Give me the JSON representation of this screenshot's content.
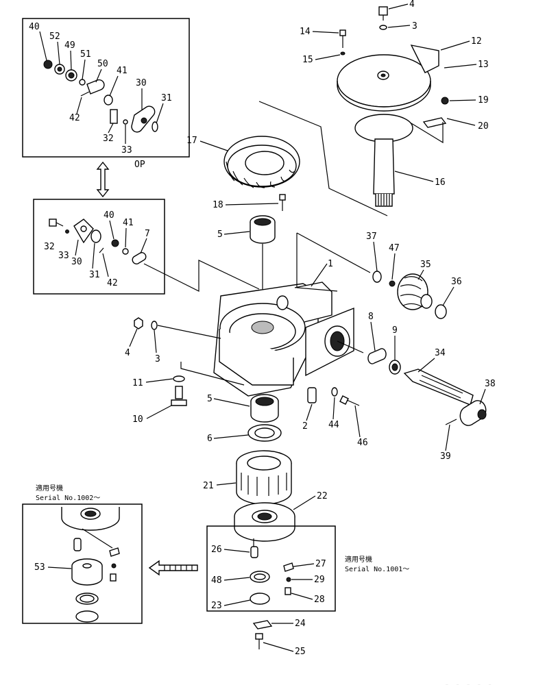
{
  "callouts": [
    "1",
    "2",
    "3",
    "4",
    "5",
    "6",
    "7",
    "8",
    "9",
    "10",
    "11",
    "12",
    "13",
    "14",
    "15",
    "16",
    "17",
    "18",
    "19",
    "20",
    "21",
    "22",
    "23",
    "24",
    "25",
    "26",
    "27",
    "28",
    "29",
    "31",
    "33",
    "34",
    "35",
    "36",
    "37",
    "38",
    "39",
    "40",
    "41",
    "42",
    "44",
    "46",
    "47",
    "48",
    "49",
    "50",
    "51",
    "52",
    "53",
    "30",
    "32"
  ],
  "labels": {
    "op": "OP",
    "serial_1002_jp": "適用号機",
    "serial_1002": "Serial No.1002～",
    "serial_1001_jp": "適用号機",
    "serial_1001": "Serial No.1001～"
  }
}
